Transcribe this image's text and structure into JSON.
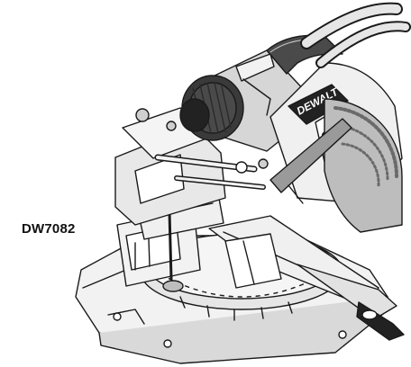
{
  "model_label": "DW7082",
  "product_illustration": {
    "subject": "miter-saw",
    "brand_logo_text": "DEWALT",
    "colors": {
      "line": "#1a1a1a",
      "light_fill": "#f2f2f2",
      "mid_fill": "#c8c8c8",
      "dark_fill": "#4a4a4a",
      "black": "#111111"
    }
  }
}
